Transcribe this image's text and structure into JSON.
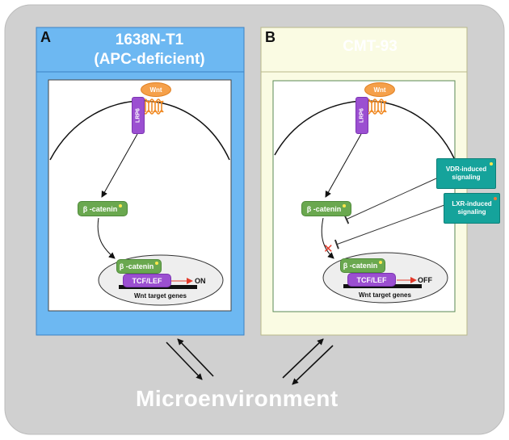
{
  "panel_a": {
    "letter": "A",
    "title_line1": "1638N-T1",
    "title_line2": "(APC-deficient)",
    "wnt": "Wnt",
    "lrp6": "LRP6",
    "beta_catenin": "β -catenin",
    "beta_catenin_nuclear": "β -catenin",
    "tcf_lef": "TCF/LEF",
    "state": "ON",
    "target_genes": "Wnt target genes"
  },
  "panel_b": {
    "letter": "B",
    "title": "CMT-93",
    "wnt": "Wnt",
    "lrp6": "LRP6",
    "beta_catenin": "β -catenin",
    "beta_catenin_nuclear": "β -catenin",
    "tcf_lef": "TCF/LEF",
    "state": "OFF",
    "target_genes": "Wnt target genes",
    "vdr_line1": "VDR-induced",
    "vdr_line2": "signaling",
    "lxr_line1": "LXR-induced",
    "lxr_line2": "signaling",
    "block_mark": "✕"
  },
  "footer": {
    "microenvironment": "Microenvironment"
  },
  "colors": {
    "outer_bg": "#d0d0d0",
    "panel_a_bg": "#6db8f2",
    "panel_b_bg": "#fafbe3",
    "green": "#6aa84f",
    "purple": "#9b4fd1",
    "teal": "#15a39b",
    "wnt_orange": "#f5a04a",
    "inhibit_red": "#e23a2a"
  }
}
